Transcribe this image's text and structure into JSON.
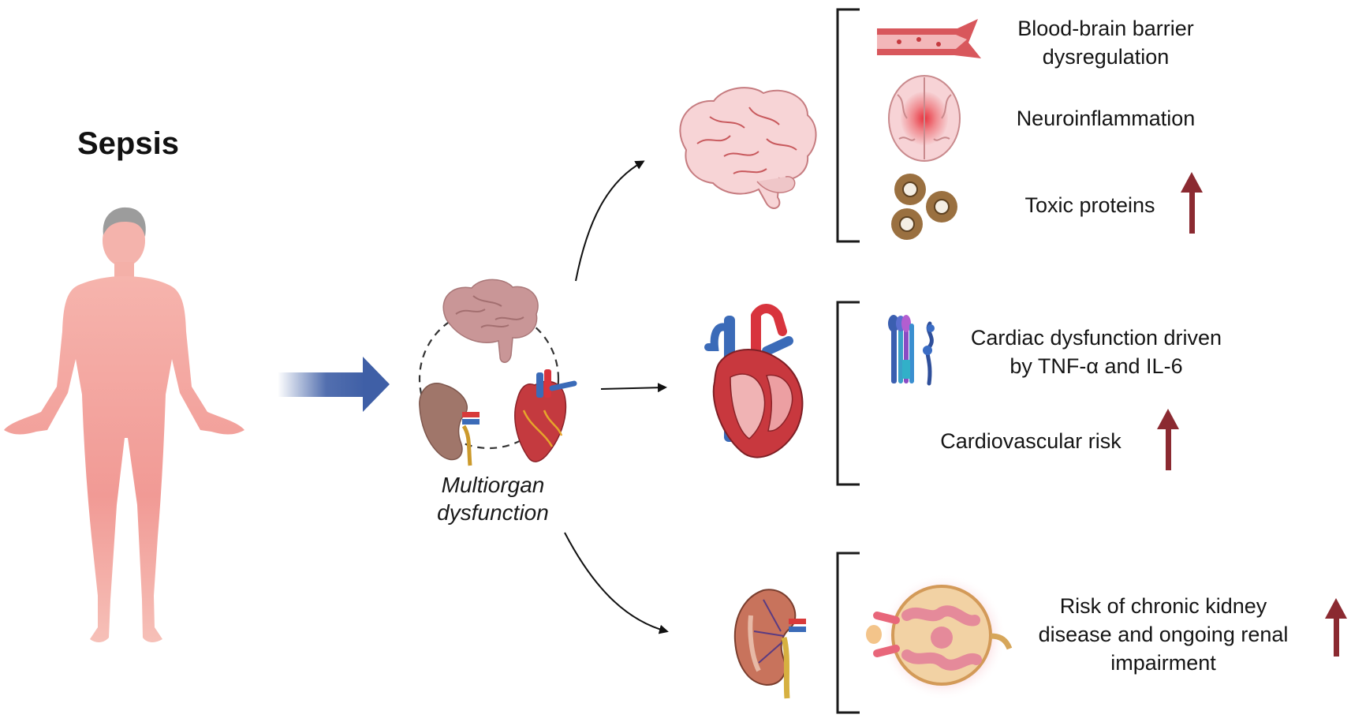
{
  "title": "Sepsis",
  "center": {
    "line1": "Multiorgan",
    "line2": "dysfunction"
  },
  "brain_panel": {
    "item1_line1": "Blood-brain barrier",
    "item1_line2": "dysregulation",
    "item2": "Neuroinflammation",
    "item3": "Toxic proteins"
  },
  "heart_panel": {
    "item1_line1": "Cardiac dysfunction driven",
    "item1_line2": "by TNF-α and IL-6",
    "item2": "Cardiovascular risk"
  },
  "kidney_panel": {
    "item1_line1": "Risk of chronic kidney",
    "item1_line2": "disease and ongoing renal",
    "item1_line3": "impairment"
  },
  "colors": {
    "body": "#f3a3a1",
    "arrow_blue": "#3f5fa6",
    "up_arrow": "#8b2a31",
    "bracket": "#1a1a1a"
  }
}
